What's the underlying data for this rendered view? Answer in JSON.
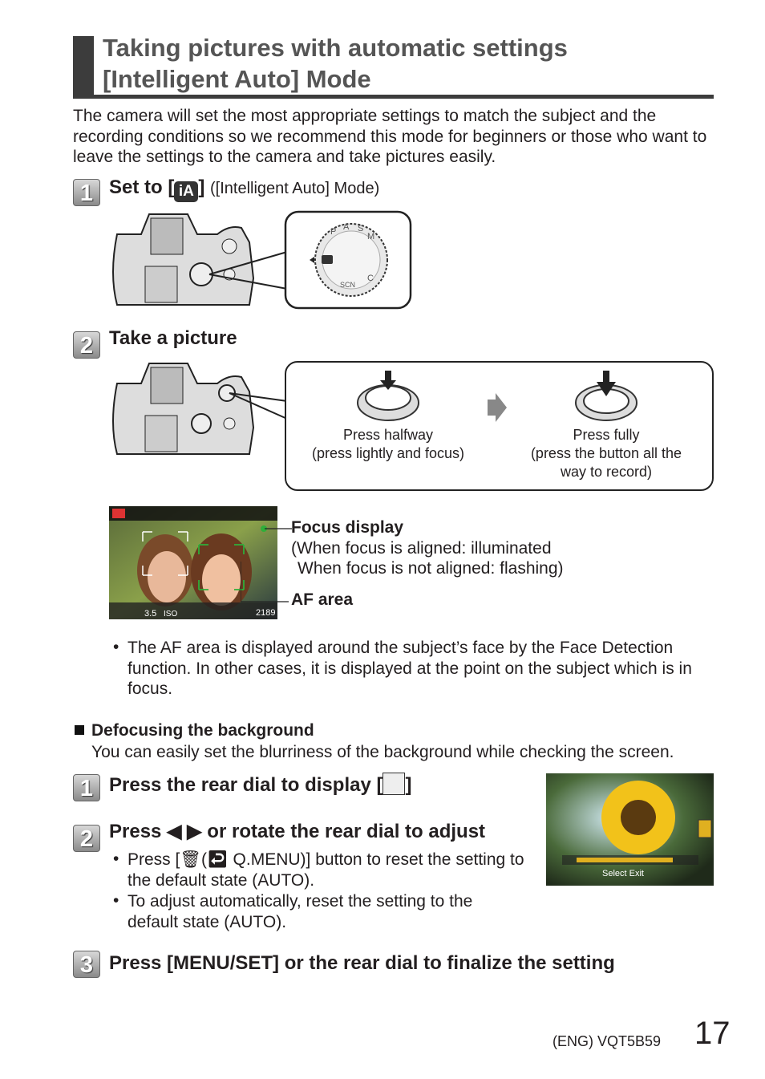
{
  "header": {
    "title_line1": "Taking pictures with automatic settings",
    "title_line2": "[Intelligent Auto] Mode"
  },
  "intro": "The camera will set the most appropriate settings to match the subject and the recording conditions so we recommend this mode for beginners or those who want to leave the settings to the camera and take pictures easily.",
  "section_a": {
    "step1": {
      "number": "1",
      "label_prefix": "Set to [",
      "label_icon": "iA",
      "label_suffix": "]",
      "sub": "([Intelligent Auto] Mode)"
    },
    "dial_marks": [
      "P",
      "A",
      "S",
      "M",
      "SCN",
      "C",
      "iA"
    ],
    "step2": {
      "number": "2",
      "label": "Take a picture"
    },
    "press_halfway": {
      "title": "Press halfway",
      "detail": "(press lightly and focus)"
    },
    "press_fully": {
      "title": "Press fully",
      "detail_line1": "(press the button all the",
      "detail_line2": "way to record)"
    },
    "lcd": {
      "aperture": "3.5",
      "iso": "ISO",
      "count": "2189"
    },
    "focus_display": {
      "title": "Focus display",
      "line1": "(When focus is aligned: illuminated",
      "line2": "When focus is not aligned: flashing)"
    },
    "af_area": "AF area",
    "note": "The AF area is displayed around the subject’s face by the Face Detection function. In other cases, it is displayed at the point on the subject which is in focus."
  },
  "section_b": {
    "heading": "Defocusing the background",
    "intro": "You can easily set the blurriness of the background while checking the screen.",
    "step1": {
      "number": "1",
      "label_prefix": "Press the rear dial to display [",
      "label_suffix": "]"
    },
    "step2": {
      "number": "2",
      "label": "Press ◀ ▶ or rotate the rear dial to adjust",
      "bullet1_prefix": "Press [",
      "bullet1_mid": "(",
      "bullet1_suffix": "Q.MENU)] button to reset the setting to the default state (AUTO).",
      "bullet2": "To adjust automatically, reset the setting to the default state (AUTO)."
    },
    "step3": {
      "number": "3",
      "label": "Press [MENU/SET] or the rear dial to finalize the setting"
    },
    "photo_caption": "Select Exit"
  },
  "footer": {
    "code": "(ENG) VQT5B59",
    "page": "17"
  },
  "icons": [
    "ia-mode-icon",
    "trash-icon",
    "return-icon",
    "defocus-icon",
    "arrow-right-icon",
    "shutter-button-icon"
  ],
  "colors": {
    "heading_bar": "#3c3c3c",
    "focus_green": "#2fae3a",
    "text": "#231f20"
  }
}
